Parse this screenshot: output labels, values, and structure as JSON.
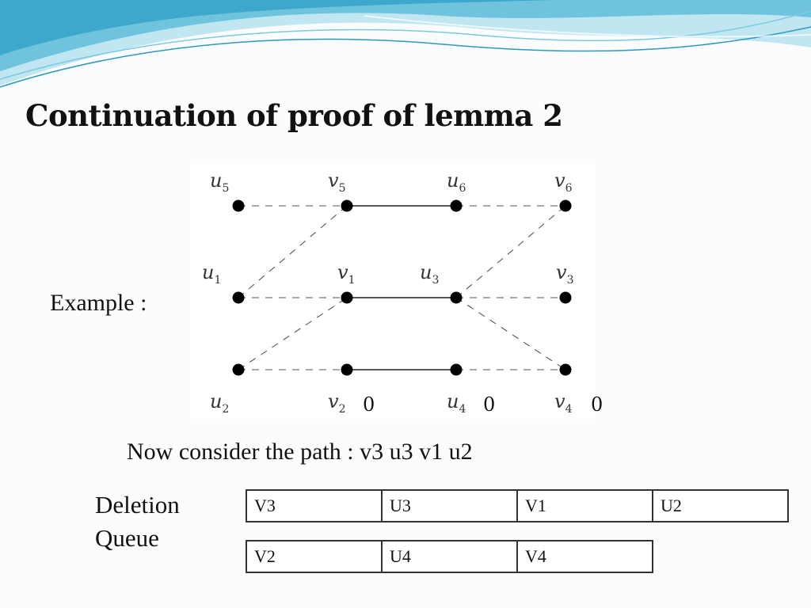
{
  "slide": {
    "title": "Continuation of proof of lemma 2",
    "example_label": "Example :",
    "path_text": "Now consider the path : v3 u3 v1 u2",
    "queue_label_line1": "Deletion",
    "queue_label_line2": "Queue"
  },
  "graph": {
    "nodes": [
      {
        "id": "u5",
        "base": "u",
        "sub": "5"
      },
      {
        "id": "v5",
        "base": "v",
        "sub": "5"
      },
      {
        "id": "u6",
        "base": "u",
        "sub": "6"
      },
      {
        "id": "v6",
        "base": "v",
        "sub": "6"
      },
      {
        "id": "u1",
        "base": "u",
        "sub": "1"
      },
      {
        "id": "v1",
        "base": "v",
        "sub": "1"
      },
      {
        "id": "u3",
        "base": "u",
        "sub": "3"
      },
      {
        "id": "v3",
        "base": "v",
        "sub": "3"
      },
      {
        "id": "u2",
        "base": "u",
        "sub": "2"
      },
      {
        "id": "v2",
        "base": "v",
        "sub": "2"
      },
      {
        "id": "u4",
        "base": "u",
        "sub": "4"
      },
      {
        "id": "v4",
        "base": "v",
        "sub": "4"
      }
    ],
    "edges": [
      {
        "from": "u5",
        "to": "v5",
        "style": "dashed"
      },
      {
        "from": "v5",
        "to": "u6",
        "style": "solid"
      },
      {
        "from": "u6",
        "to": "v6",
        "style": "dashed"
      },
      {
        "from": "u1",
        "to": "v1",
        "style": "dashed"
      },
      {
        "from": "v1",
        "to": "u3",
        "style": "solid"
      },
      {
        "from": "u3",
        "to": "v3",
        "style": "dashed"
      },
      {
        "from": "u2",
        "to": "v2",
        "style": "dashed"
      },
      {
        "from": "v2",
        "to": "u4",
        "style": "solid"
      },
      {
        "from": "u4",
        "to": "v4",
        "style": "dashed"
      },
      {
        "from": "u1",
        "to": "v5",
        "style": "dashed"
      },
      {
        "from": "u3",
        "to": "v6",
        "style": "dashed"
      },
      {
        "from": "u2",
        "to": "v1",
        "style": "dashed"
      },
      {
        "from": "u3",
        "to": "v4",
        "style": "dashed"
      }
    ],
    "zero_labels": [
      "0",
      "0",
      "0"
    ]
  },
  "deletion_queue": {
    "row1": [
      "V3",
      "U3",
      "V1",
      "U2"
    ],
    "row2": [
      "V2",
      "U4",
      "V4"
    ]
  },
  "colors": {
    "wave_dark": "#4fb4d4",
    "wave_light": "#a8dcec",
    "background": "#fbfcfd"
  }
}
